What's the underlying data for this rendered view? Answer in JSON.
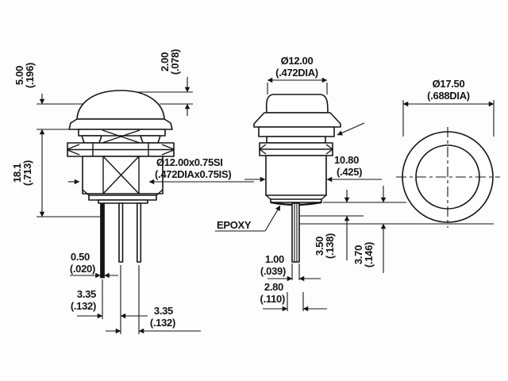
{
  "drawing": {
    "kind": "pushbutton-switch-mechanical-drawing",
    "line_color": "#141414",
    "background": "#fdfdfd",
    "labels": {
      "epoxy": "EPOXY"
    },
    "dims": {
      "cap_top": {
        "mm": "2.00",
        "in": "(.078)"
      },
      "cap": {
        "mm": "5.00",
        "in": "(.196)"
      },
      "length": {
        "mm": "18.1",
        "in": "(.713)"
      },
      "thread": {
        "mm": "Ø12.00x0.75SI",
        "in": "(.472DIAx0.75IS)"
      },
      "pin_thick": {
        "mm": "0.50",
        "in": "(.020)"
      },
      "pitch1": {
        "mm": "3.35",
        "in": "(.132)"
      },
      "pitch2": {
        "mm": "3.35",
        "in": "(.132)"
      },
      "cap_dia": {
        "mm": "Ø12.00",
        "in": "(.472DIA)"
      },
      "body_dia": {
        "mm": "10.80",
        "in": "(.425)"
      },
      "pin_width": {
        "mm": "1.00",
        "in": "(.039)"
      },
      "pin_span": {
        "mm": "2.80",
        "in": "(.110)"
      },
      "pin_len_a": {
        "mm": "3.50",
        "in": "(.138)"
      },
      "pin_len_b": {
        "mm": "3.70",
        "in": "(.146)"
      },
      "flange_dia": {
        "mm": "Ø17.50",
        "in": "(.688DIA)"
      }
    }
  }
}
